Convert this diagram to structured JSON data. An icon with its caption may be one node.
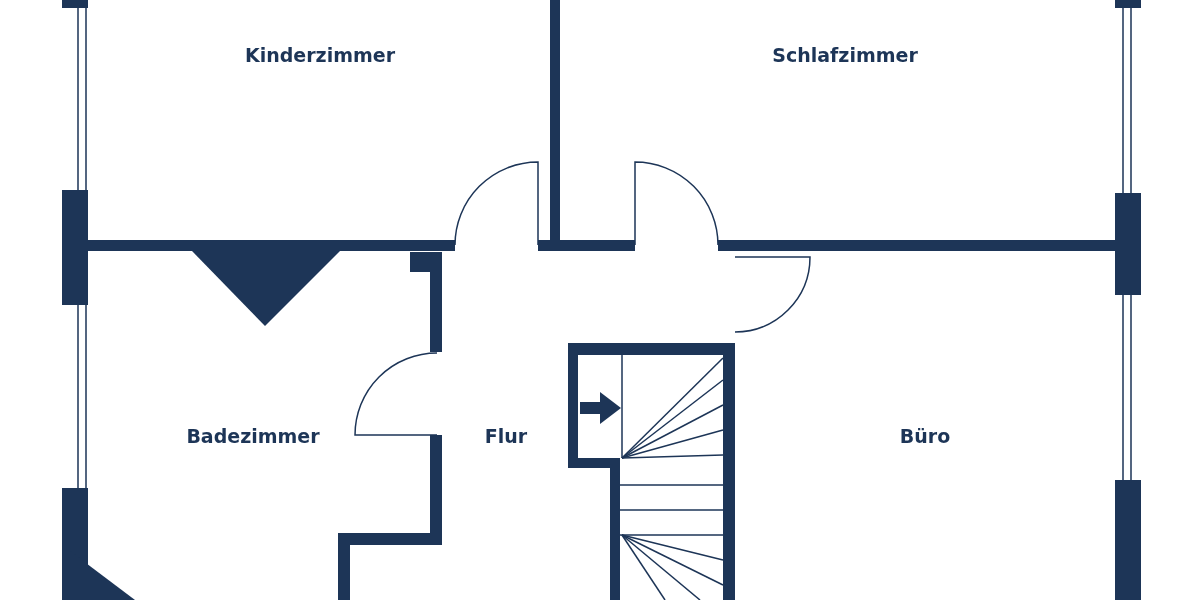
{
  "diagram": {
    "nodes": [
      {
        "text": [
          "Kinderzimmer"
        ]
      },
      {
        "text": [
          "Schlafzimmer"
        ]
      },
      {
        "text": [
          "Badezimmer"
        ]
      },
      {
        "text": [
          "Flur"
        ]
      },
      {
        "text": [
          "Büro"
        ]
      }
    ]
  }
}
